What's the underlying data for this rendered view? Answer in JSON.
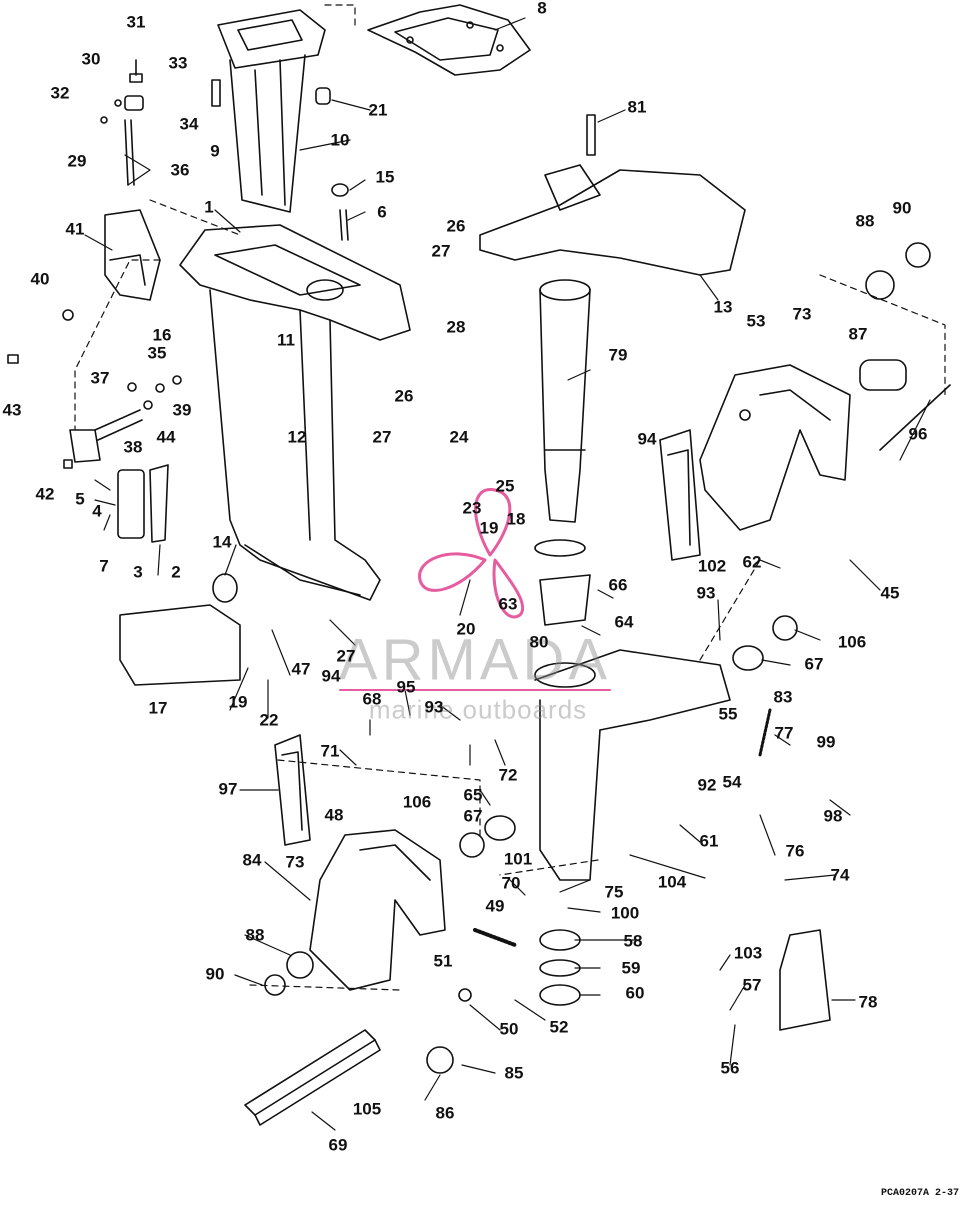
{
  "watermark": {
    "name": "ARMADA",
    "tagline": "marine outboards",
    "accent_color": "#e75b9f"
  },
  "figure_code": "PCA0207A  2-37",
  "callouts": [
    {
      "id": "c1",
      "text": "31"
    },
    {
      "id": "c2",
      "text": "33"
    },
    {
      "id": "c3",
      "text": "30"
    },
    {
      "id": "c4",
      "text": "32"
    },
    {
      "id": "c5",
      "text": "34"
    },
    {
      "id": "c6",
      "text": "29"
    },
    {
      "id": "c7",
      "text": "36"
    },
    {
      "id": "c8",
      "text": "9"
    },
    {
      "id": "c9",
      "text": "21"
    },
    {
      "id": "c10",
      "text": "10"
    },
    {
      "id": "c11",
      "text": "8"
    },
    {
      "id": "c12",
      "text": "81"
    },
    {
      "id": "c13",
      "text": "15"
    },
    {
      "id": "c14",
      "text": "6"
    },
    {
      "id": "c15",
      "text": "1"
    },
    {
      "id": "c16",
      "text": "41"
    },
    {
      "id": "c17",
      "text": "26"
    },
    {
      "id": "c18",
      "text": "27"
    },
    {
      "id": "c19",
      "text": "88"
    },
    {
      "id": "c20",
      "text": "90"
    },
    {
      "id": "c21",
      "text": "40"
    },
    {
      "id": "c22",
      "text": "13"
    },
    {
      "id": "c23",
      "text": "53"
    },
    {
      "id": "c24",
      "text": "73"
    },
    {
      "id": "c25",
      "text": "16"
    },
    {
      "id": "c26",
      "text": "28"
    },
    {
      "id": "c27",
      "text": "11"
    },
    {
      "id": "c28",
      "text": "87"
    },
    {
      "id": "c29",
      "text": "35"
    },
    {
      "id": "c30",
      "text": "79"
    },
    {
      "id": "c31",
      "text": "43"
    },
    {
      "id": "c32",
      "text": "37"
    },
    {
      "id": "c33",
      "text": "39"
    },
    {
      "id": "c34",
      "text": "26"
    },
    {
      "id": "c35",
      "text": "44"
    },
    {
      "id": "c36",
      "text": "12"
    },
    {
      "id": "c37",
      "text": "27"
    },
    {
      "id": "c38",
      "text": "24"
    },
    {
      "id": "c39",
      "text": "38"
    },
    {
      "id": "c40",
      "text": "94"
    },
    {
      "id": "c41",
      "text": "96"
    },
    {
      "id": "c42",
      "text": "42"
    },
    {
      "id": "c43",
      "text": "25"
    },
    {
      "id": "c44",
      "text": "5"
    },
    {
      "id": "c45",
      "text": "4"
    },
    {
      "id": "c46",
      "text": "23"
    },
    {
      "id": "c47",
      "text": "18"
    },
    {
      "id": "c48",
      "text": "19"
    },
    {
      "id": "c49",
      "text": "7"
    },
    {
      "id": "c50",
      "text": "3"
    },
    {
      "id": "c51",
      "text": "2"
    },
    {
      "id": "c52",
      "text": "14"
    },
    {
      "id": "c53",
      "text": "102"
    },
    {
      "id": "c54",
      "text": "62"
    },
    {
      "id": "c55",
      "text": "66"
    },
    {
      "id": "c56",
      "text": "45"
    },
    {
      "id": "c57",
      "text": "63"
    },
    {
      "id": "c58",
      "text": "93"
    },
    {
      "id": "c59",
      "text": "20"
    },
    {
      "id": "c60",
      "text": "64"
    },
    {
      "id": "c61",
      "text": "106"
    },
    {
      "id": "c62",
      "text": "80"
    },
    {
      "id": "c63",
      "text": "27"
    },
    {
      "id": "c64",
      "text": "47"
    },
    {
      "id": "c65",
      "text": "67"
    },
    {
      "id": "c66",
      "text": "17"
    },
    {
      "id": "c67",
      "text": "94"
    },
    {
      "id": "c68",
      "text": "19"
    },
    {
      "id": "c69",
      "text": "22"
    },
    {
      "id": "c70",
      "text": "68"
    },
    {
      "id": "c71",
      "text": "95"
    },
    {
      "id": "c72",
      "text": "83"
    },
    {
      "id": "c73",
      "text": "93"
    },
    {
      "id": "c74",
      "text": "55"
    },
    {
      "id": "c75",
      "text": "77"
    },
    {
      "id": "c76",
      "text": "71"
    },
    {
      "id": "c77",
      "text": "99"
    },
    {
      "id": "c78",
      "text": "72"
    },
    {
      "id": "c79",
      "text": "65"
    },
    {
      "id": "c80",
      "text": "92"
    },
    {
      "id": "c81",
      "text": "54"
    },
    {
      "id": "c82",
      "text": "97"
    },
    {
      "id": "c83",
      "text": "106"
    },
    {
      "id": "c84",
      "text": "98"
    },
    {
      "id": "c85",
      "text": "48"
    },
    {
      "id": "c86",
      "text": "67"
    },
    {
      "id": "c87",
      "text": "61"
    },
    {
      "id": "c88",
      "text": "76"
    },
    {
      "id": "c89",
      "text": "101"
    },
    {
      "id": "c90",
      "text": "104"
    },
    {
      "id": "c91",
      "text": "84"
    },
    {
      "id": "c92",
      "text": "73"
    },
    {
      "id": "c93",
      "text": "70"
    },
    {
      "id": "c94",
      "text": "75"
    },
    {
      "id": "c95",
      "text": "74"
    },
    {
      "id": "c96",
      "text": "49"
    },
    {
      "id": "c97",
      "text": "100"
    },
    {
      "id": "c98",
      "text": "58"
    },
    {
      "id": "c99",
      "text": "88"
    },
    {
      "id": "c100",
      "text": "103"
    },
    {
      "id": "c101",
      "text": "51"
    },
    {
      "id": "c102",
      "text": "59"
    },
    {
      "id": "c103",
      "text": "90"
    },
    {
      "id": "c104",
      "text": "60"
    },
    {
      "id": "c105",
      "text": "57"
    },
    {
      "id": "c106",
      "text": "78"
    },
    {
      "id": "c107",
      "text": "50"
    },
    {
      "id": "c108",
      "text": "52"
    },
    {
      "id": "c109",
      "text": "56"
    },
    {
      "id": "c110",
      "text": "85"
    },
    {
      "id": "c111",
      "text": "105"
    },
    {
      "id": "c112",
      "text": "86"
    },
    {
      "id": "c113",
      "text": "69"
    }
  ]
}
